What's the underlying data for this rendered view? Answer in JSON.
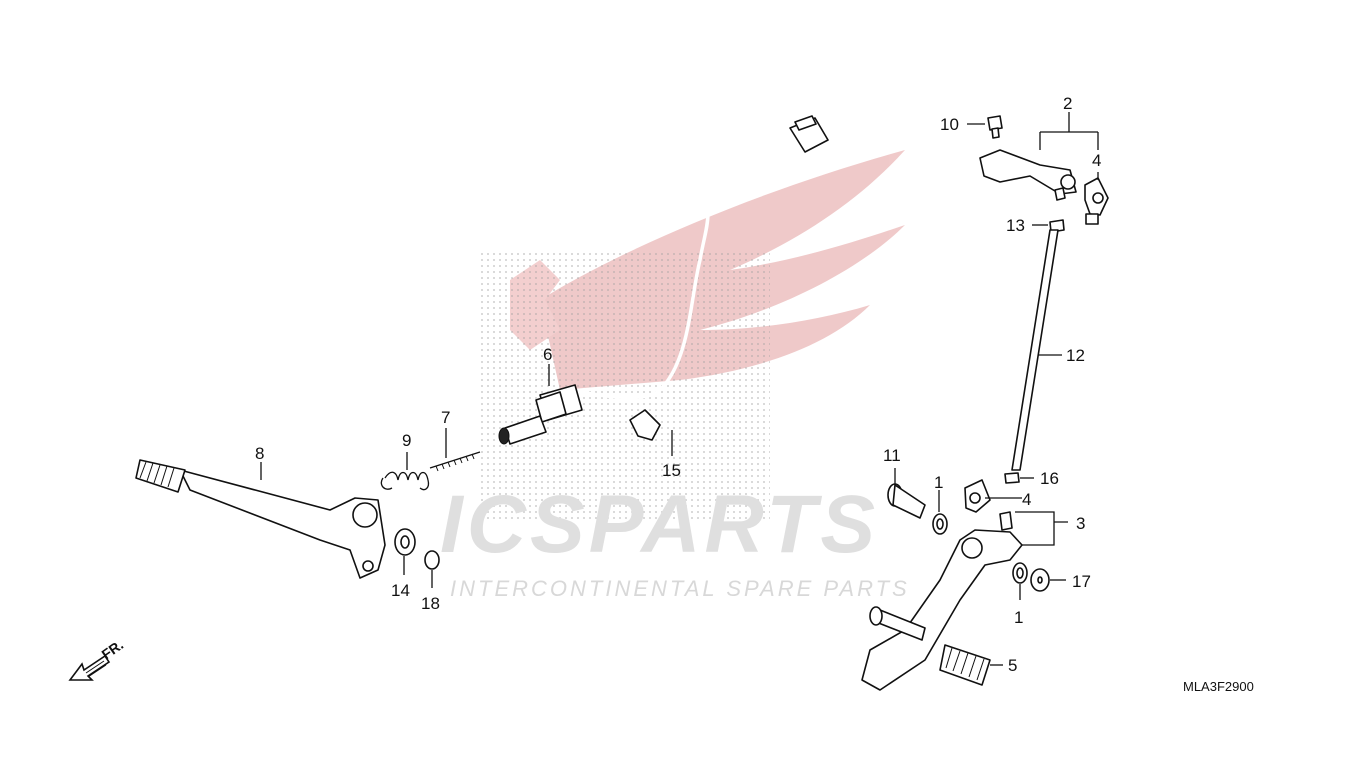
{
  "watermark": {
    "brand": "ICSPARTS",
    "tagline": "INTERCONTINENTAL SPARE PARTS",
    "wing_color": "#e8b7b7",
    "text_color": "#d9d9d9",
    "accent_color": "#f0c0c0"
  },
  "diagram_code": "MLA3F2900",
  "front_marker": "FR.",
  "callouts": {
    "c1a": "1",
    "c1b": "1",
    "c2": "2",
    "c3": "3",
    "c4a": "4",
    "c4b": "4",
    "c5": "5",
    "c6": "6",
    "c7": "7",
    "c8": "8",
    "c9": "9",
    "c10": "10",
    "c11": "11",
    "c12": "12",
    "c13": "13",
    "c14": "14",
    "c15": "15",
    "c16": "16",
    "c17": "17",
    "c18": "18"
  }
}
